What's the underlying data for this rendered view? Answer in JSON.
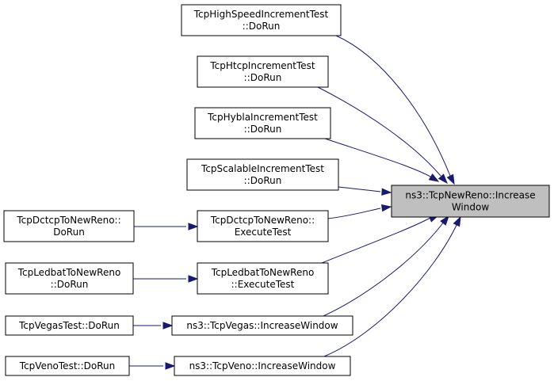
{
  "graph": {
    "nodes": [
      {
        "id": "focus",
        "lines": [
          "ns3::TcpNewReno::Increase",
          "Window"
        ],
        "highlighted": true
      },
      {
        "id": "n1",
        "lines": [
          "TcpHighSpeedIncrementTest",
          "::DoRun"
        ]
      },
      {
        "id": "n2",
        "lines": [
          "TcpHtcpIncrementTest",
          "::DoRun"
        ]
      },
      {
        "id": "n3",
        "lines": [
          "TcpHyblaIncrementTest",
          "::DoRun"
        ]
      },
      {
        "id": "n4",
        "lines": [
          "TcpScalableIncrementTest",
          "::DoRun"
        ]
      },
      {
        "id": "n5",
        "lines": [
          "TcpDctcpToNewReno::",
          "ExecuteTest"
        ]
      },
      {
        "id": "n6",
        "lines": [
          "TcpDctcpToNewReno::",
          "DoRun"
        ]
      },
      {
        "id": "n7",
        "lines": [
          "TcpLedbatToNewReno",
          "::ExecuteTest"
        ]
      },
      {
        "id": "n8",
        "lines": [
          "TcpLedbatToNewReno",
          "::DoRun"
        ]
      },
      {
        "id": "n9",
        "lines": [
          "ns3::TcpVegas::IncreaseWindow"
        ]
      },
      {
        "id": "n10",
        "lines": [
          "TcpVegasTest::DoRun"
        ]
      },
      {
        "id": "n11",
        "lines": [
          "ns3::TcpVeno::IncreaseWindow"
        ]
      },
      {
        "id": "n12",
        "lines": [
          "TcpVenoTest::DoRun"
        ]
      }
    ],
    "edges": [
      {
        "from": "n1",
        "to": "focus"
      },
      {
        "from": "n2",
        "to": "focus"
      },
      {
        "from": "n3",
        "to": "focus"
      },
      {
        "from": "n4",
        "to": "focus"
      },
      {
        "from": "n5",
        "to": "focus"
      },
      {
        "from": "n7",
        "to": "focus"
      },
      {
        "from": "n9",
        "to": "focus"
      },
      {
        "from": "n11",
        "to": "focus"
      },
      {
        "from": "n6",
        "to": "n5"
      },
      {
        "from": "n8",
        "to": "n7"
      },
      {
        "from": "n10",
        "to": "n9"
      },
      {
        "from": "n12",
        "to": "n11"
      }
    ],
    "colors": {
      "edge": "#191970",
      "focus_fill": "#bfbfbf",
      "node_fill": "#ffffff",
      "border": "#000000"
    }
  }
}
